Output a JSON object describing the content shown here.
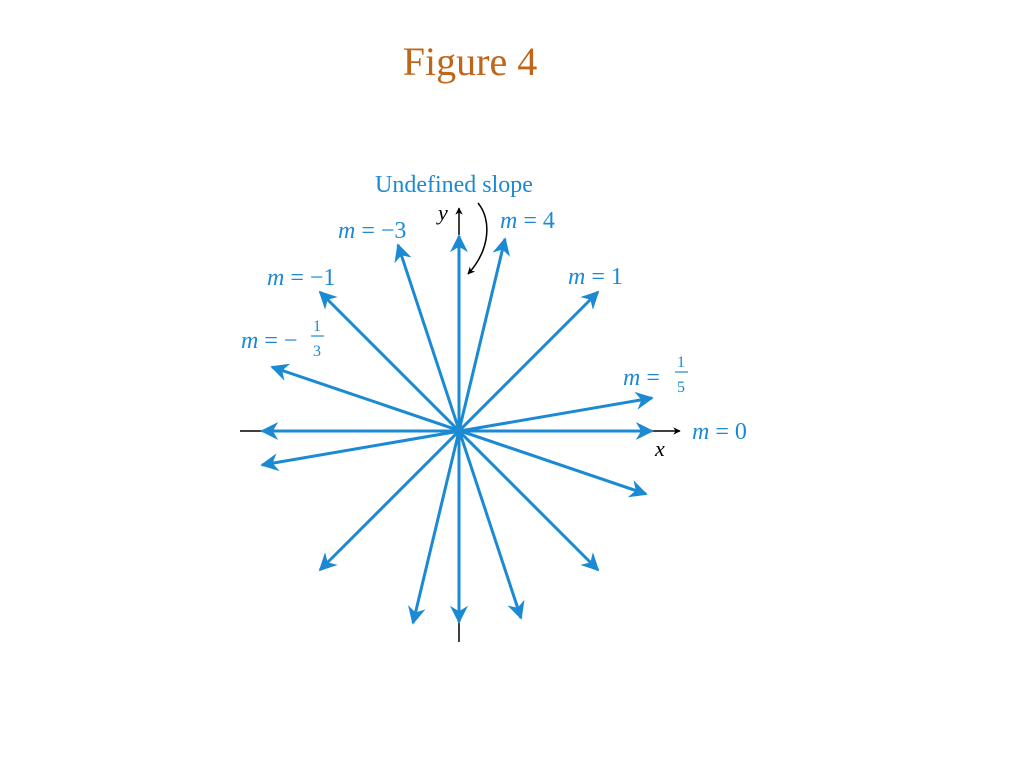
{
  "title": "Figure 4",
  "colors": {
    "title": "#c0661a",
    "lines": "#1b8ad3",
    "axis": "#000000",
    "label": "#1b8ad3"
  },
  "axes": {
    "x_label": "x",
    "y_label": "y"
  },
  "undefined_label": "Undefined slope",
  "lines": [
    {
      "slope": "0",
      "label_m": "m",
      "label_eq": "= 0"
    },
    {
      "slope": "1/5",
      "label_m": "m",
      "label_eq": "=",
      "num": "1",
      "den": "5"
    },
    {
      "slope": "1",
      "label_m": "m",
      "label_eq": "= 1"
    },
    {
      "slope": "4",
      "label_m": "m",
      "label_eq": "= 4"
    },
    {
      "slope": "-3",
      "label_m": "m",
      "label_eq": "= −3"
    },
    {
      "slope": "-1",
      "label_m": "m",
      "label_eq": "= −1"
    },
    {
      "slope": "-1/3",
      "label_m": "m",
      "label_eq": "= −",
      "num": "1",
      "den": "3"
    }
  ]
}
